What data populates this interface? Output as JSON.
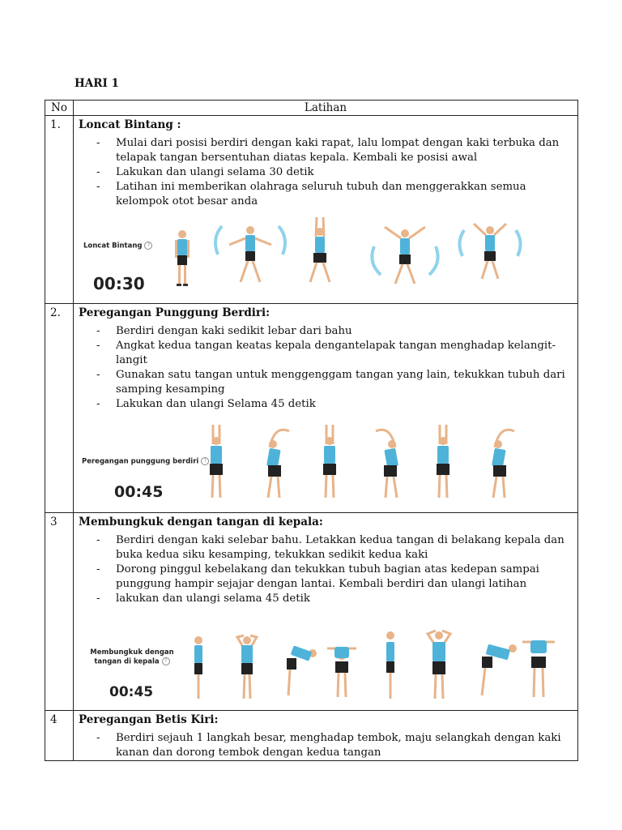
{
  "day_title": "HARI 1",
  "table_headers": {
    "no": "No",
    "exercise": "Latihan"
  },
  "exercises": [
    {
      "no": "1.",
      "title": "Loncat Bintang :",
      "steps": [
        "Mulai dari posisi berdiri dengan kaki rapat, lalu lompat dengan kaki terbuka dan telapak tangan bersentuhan diatas kepala. Kembali ke posisi awal",
        "Lakukan dan ulangi selama 30 detik",
        "Latihan ini memberikan olahraga seluruh tubuh dan menggerakkan semua kelompok otot besar anda"
      ],
      "demo_label": "Loncat Bintang",
      "demo_timer": "00:30"
    },
    {
      "no": "2.",
      "title": "Peregangan Punggung Berdiri:",
      "steps": [
        "Berdiri dengan kaki sedikit lebar dari bahu",
        "Angkat kedua tangan keatas kepala dengantelapak tangan menghadap kelangit-langit",
        "Gunakan satu tangan untuk menggenggam tangan yang lain, tekukkan tubuh dari samping kesamping",
        "Lakukan dan ulangi Selama 45 detik"
      ],
      "demo_label": "Peregangan punggung berdiri",
      "demo_timer": "00:45"
    },
    {
      "no": "3",
      "title": "Membungkuk dengan tangan di kepala:",
      "steps": [
        "Berdiri dengan kaki selebar bahu. Letakkan kedua tangan di belakang kepala dan buka kedua siku kesamping, tekukkan sedikit kedua kaki",
        "Dorong pinggul kebelakang dan tekukkan tubuh bagian atas kedepan sampai punggung hampir sejajar dengan lantai. Kembali berdiri dan ulangi latihan",
        "lakukan dan ulangi selama 45 detik"
      ],
      "demo_label": "Membungkuk dengan tangan di kepala",
      "demo_timer": "00:45"
    },
    {
      "no": "4",
      "title": "Peregangan Betis Kiri:",
      "steps": [
        "Berdiri sejauh 1 langkah besar, menghadap tembok, maju selangkah dengan kaki kanan dan dorong tembok dengan kedua tangan"
      ]
    }
  ],
  "colors": {
    "shirt": "#4fb3d9",
    "pants": "#222222",
    "skin": "#e8b48a",
    "arrow": "#8fd3ec"
  }
}
